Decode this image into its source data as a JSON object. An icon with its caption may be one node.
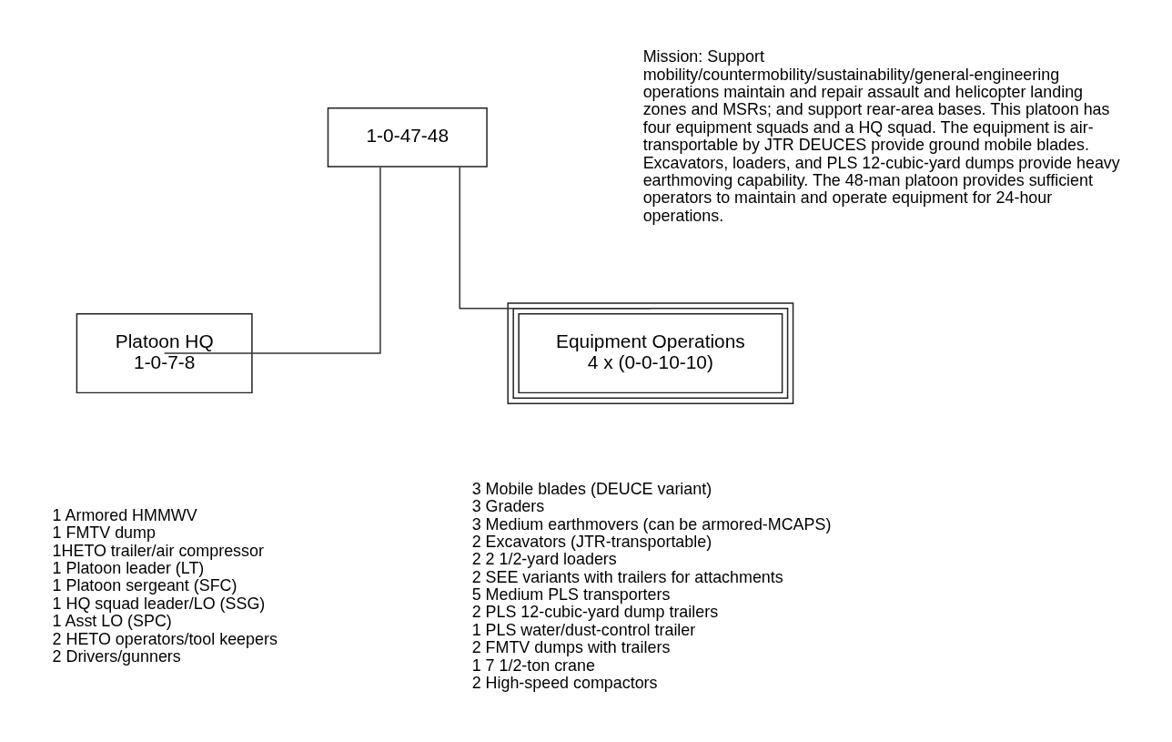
{
  "diagram": {
    "nodes": [
      {
        "text": [
          "1-0-47-48"
        ]
      },
      {
        "text": [
          "Platoon HQ",
          "1-0-7-8"
        ],
        "beside": [
          "1 Armored HMMWV",
          "1 FMTV dump",
          "1HETO trailer/air compressor",
          "1 Platoon leader (LT)",
          "1 Platoon sergeant (SFC)",
          "1 HQ squad leader/LO (SSG)",
          "1 Asst LO (SPC)",
          "2 HETO operators/tool keepers",
          "2 Drivers/gunners"
        ]
      },
      {
        "text": [
          "Equipment Operations",
          "4 x (0-0-10-10)"
        ],
        "beside": [
          "3 Mobile blades (DEUCE variant)",
          "3 Graders",
          "3 Medium earthmovers (can be armored-MCAPS)",
          "2 Excavators (JTR-transportable)",
          "2 2 1/2-yard loaders",
          "2 SEE variants with trailers for attachments",
          "5 Medium PLS transporters",
          "2 PLS 12-cubic-yard dump trailers",
          "1 PLS water/dust-control trailer",
          "2 FMTV dumps with trailers",
          "1 7 1/2-ton crane",
          "2 High-speed compactors"
        ]
      }
    ],
    "edges": [
      {
        "from": 0,
        "to": 1,
        "arrow": "none"
      },
      {
        "from": 0,
        "to": 2,
        "arrow": "none"
      }
    ],
    "labels": [
      "Mission: Support mobility/countermobility/sustainability/general-engineering operations maintain and repair assault and helicopter landing zones and MSRs; and support rear-area bases. This platoon has four equipment squads and a HQ squad. The equipment is air-transportable by JTR DEUCES provide ground mobile blades. Excavators, loaders, and PLS 12-cubic-yard dumps provide heavy earthmoving capability. The 48-man platoon provides sufficient operators to maintain and operate equipment for 24-hour operations."
    ]
  }
}
